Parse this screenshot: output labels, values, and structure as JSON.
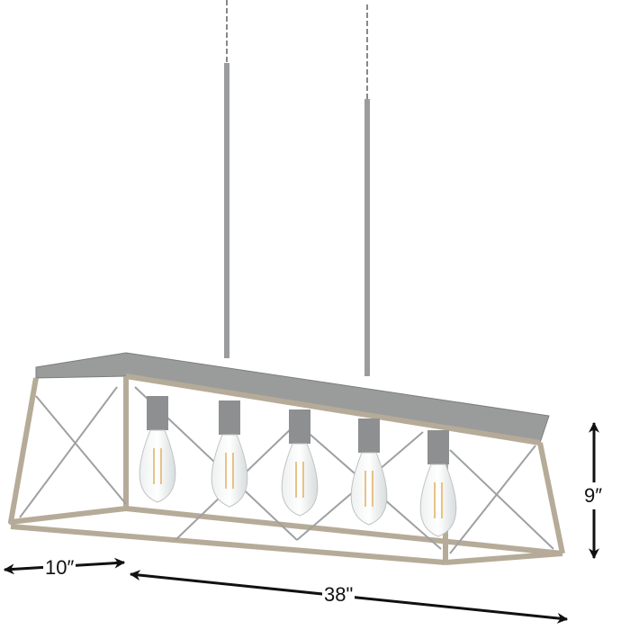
{
  "product": {
    "dimensions": {
      "depth": "10″",
      "length": "38\"",
      "height": "9″"
    },
    "bulb_count": 5,
    "colors": {
      "frame_wood": "#b6ab98",
      "metal": "#8d8f91",
      "canopy": "#9a9c9c",
      "arrow": "#111111"
    }
  }
}
